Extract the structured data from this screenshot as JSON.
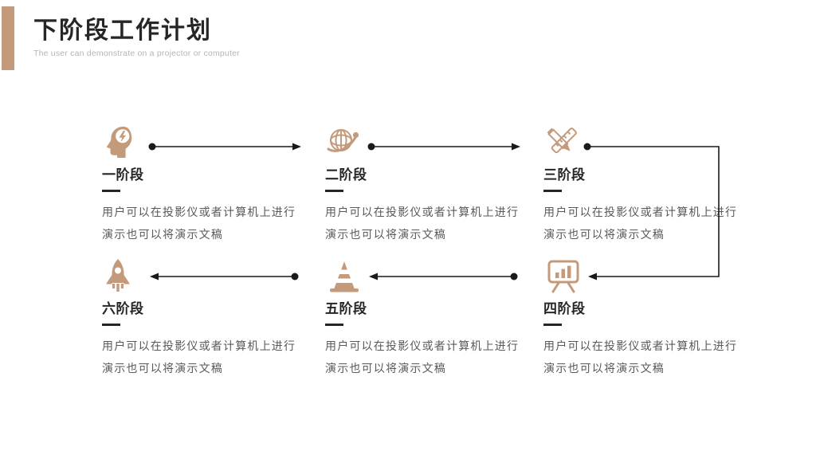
{
  "slide": {
    "title": "下阶段工作计划",
    "subtitle": "The user can demonstrate on a projector or computer"
  },
  "colors": {
    "accent": "#c49a7b",
    "heading": "#262626",
    "body_text": "#595959",
    "subtitle": "#b5b5b5",
    "connector": "#1a1a1a",
    "background": "#ffffff"
  },
  "stages": [
    {
      "title": "一阶段",
      "icon": "idea-head-icon",
      "body_line1": "用户可以在投影仪或者计算机上进行",
      "body_line2": "演示也可以将演示文稿"
    },
    {
      "title": "二阶段",
      "icon": "globe-icon",
      "body_line1": "用户可以在投影仪或者计算机上进行",
      "body_line2": "演示也可以将演示文稿"
    },
    {
      "title": "三阶段",
      "icon": "pencil-ruler-icon",
      "body_line1": "用户可以在投影仪或者计算机上进行",
      "body_line2": "演示也可以将演示文稿"
    },
    {
      "title": "四阶段",
      "icon": "presentation-chart-icon",
      "body_line1": "用户可以在投影仪或者计算机上进行",
      "body_line2": "演示也可以将演示文稿"
    },
    {
      "title": "五阶段",
      "icon": "traffic-cone-icon",
      "body_line1": "用户可以在投影仪或者计算机上进行",
      "body_line2": "演示也可以将演示文稿"
    },
    {
      "title": "六阶段",
      "icon": "rocket-icon",
      "body_line1": "用户可以在投影仪或者计算机上进行",
      "body_line2": "演示也可以将演示文稿"
    }
  ],
  "flow_order": [
    "一阶段",
    "二阶段",
    "三阶段",
    "四阶段",
    "五阶段",
    "六阶段"
  ]
}
